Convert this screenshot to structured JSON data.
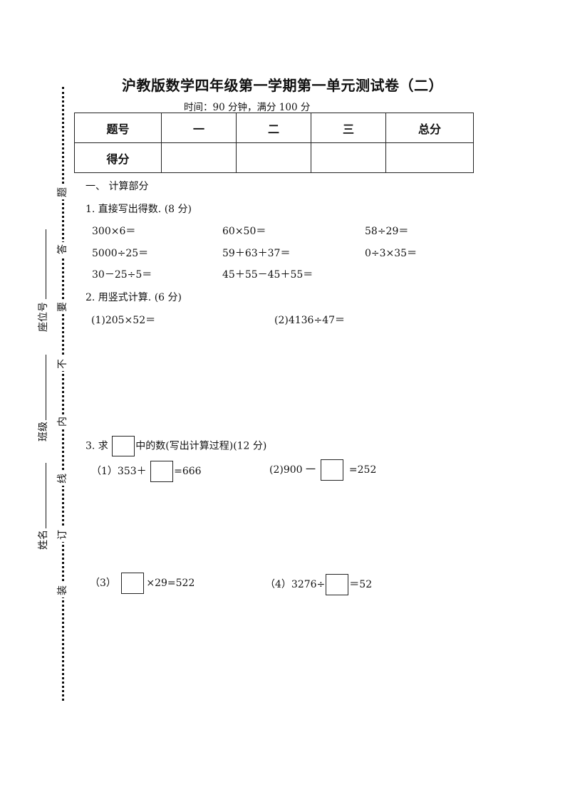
{
  "header": {
    "title": "沪教版数学四年级第一学期第一单元测试卷（二）",
    "subtitle": "时间：90 分钟，满分 100 分"
  },
  "score_table": {
    "row_headers": [
      "题号",
      "得分"
    ],
    "columns": [
      "一",
      "二",
      "三",
      "总分"
    ],
    "scores": [
      "",
      "",
      "",
      ""
    ]
  },
  "binding_margin": {
    "fields": [
      {
        "label": "座位号",
        "value": ""
      },
      {
        "label": "班级",
        "value": ""
      },
      {
        "label": "姓名",
        "value": ""
      }
    ],
    "seal_chars": [
      "题",
      "答",
      "要",
      "不",
      "内",
      "线",
      "订",
      "装"
    ]
  },
  "section1": {
    "heading": "一、  计算部分",
    "q1": {
      "title": "1. 直接写出得数. (8 分)",
      "items": [
        "300×6＝",
        "60×50＝",
        "58÷29＝",
        "5000÷25＝",
        "59＋63＋37＝",
        "0÷3×35＝",
        "30－25÷5＝",
        "45＋55－45＋55＝"
      ]
    },
    "q2": {
      "title": "2. 用竖式计算. (6 分)",
      "items": [
        "(1)205×52＝",
        "(2)4136÷47＝"
      ]
    },
    "q3": {
      "title_before": "3. 求",
      "title_after": "中的数(写出计算过程)(12 分)",
      "items": [
        {
          "prefix": "（1）353＋",
          "suffix": "=666"
        },
        {
          "prefix": "(2)900 一",
          "suffix": " =252"
        },
        {
          "prefix": "（3）",
          "suffix": "×29=522"
        },
        {
          "prefix": "（4）3276÷",
          "suffix": "＝52"
        }
      ]
    }
  }
}
